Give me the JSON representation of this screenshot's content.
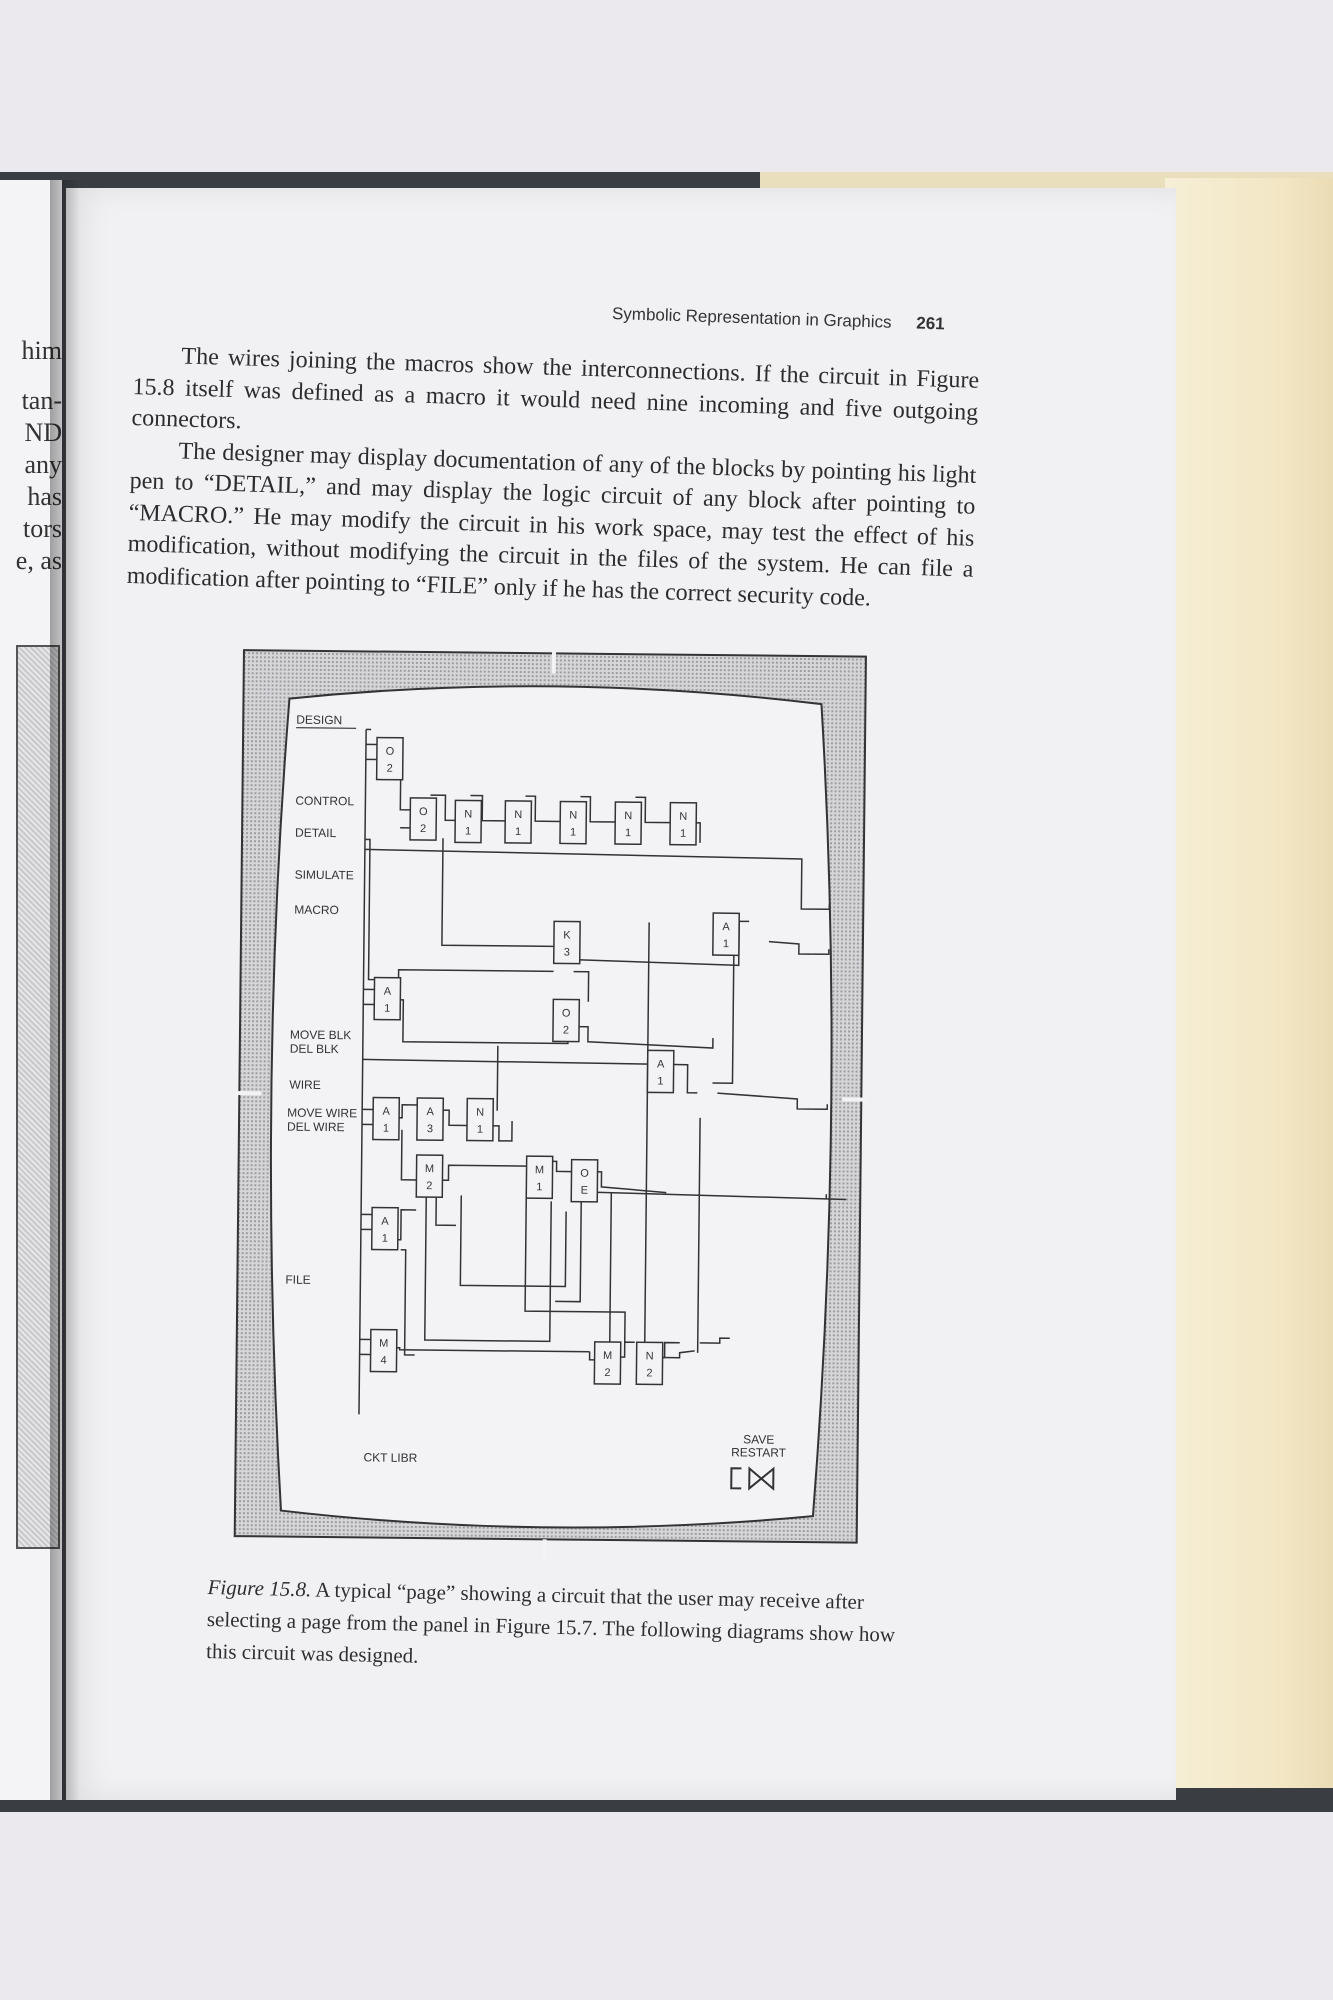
{
  "left_page": {
    "fragments": [
      "him",
      "tan-",
      "ND",
      "any",
      "has",
      "tors",
      "e, as"
    ]
  },
  "running_head": {
    "title": "Symbolic Representation in Graphics",
    "page_number": "261"
  },
  "body": {
    "paragraphs": [
      "The wires joining the macros show the interconnections. If the circuit in Figure 15.8 itself was defined as a macro it would need nine incoming and five outgoing connectors.",
      "The designer may display documentation of any of the blocks by pointing his light pen to “DETAIL,” and may display the logic circuit of any block after pointing to “MACRO.” He may modify the circuit in his work space, may test the effect of his modification, without modifying the circuit in the files of the system. He can file a modification after pointing to “FILE” only if he has the correct security code."
    ]
  },
  "figure": {
    "menu": {
      "design": "DESIGN",
      "control": "CONTROL",
      "detail": "DETAIL",
      "simulate": "SIMULATE",
      "macro": "MACRO",
      "move_blk": "MOVE BLK",
      "del_blk": "DEL BLK",
      "wire": "WIRE",
      "move_wire": "MOVE WIRE",
      "del_wire": "DEL WIRE",
      "file": "FILE",
      "ckt_libr": "CKT LIBR",
      "save": "SAVE",
      "restart": "RESTART"
    },
    "gates": [
      {
        "id": "g1",
        "l1": "O",
        "l2": "2"
      },
      {
        "id": "g2",
        "l1": "O",
        "l2": "2"
      },
      {
        "id": "g3",
        "l1": "N",
        "l2": "1"
      },
      {
        "id": "g4",
        "l1": "N",
        "l2": "1"
      },
      {
        "id": "g5",
        "l1": "N",
        "l2": "1"
      },
      {
        "id": "g6",
        "l1": "N",
        "l2": "1"
      },
      {
        "id": "g7",
        "l1": "N",
        "l2": "1"
      },
      {
        "id": "g8",
        "l1": "K",
        "l2": "3"
      },
      {
        "id": "g9",
        "l1": "A",
        "l2": "1"
      },
      {
        "id": "g10",
        "l1": "A",
        "l2": "1"
      },
      {
        "id": "g11",
        "l1": "O",
        "l2": "2"
      },
      {
        "id": "g12",
        "l1": "A",
        "l2": "1"
      },
      {
        "id": "g13",
        "l1": "A",
        "l2": "1"
      },
      {
        "id": "g14",
        "l1": "A",
        "l2": "3"
      },
      {
        "id": "g15",
        "l1": "N",
        "l2": "1"
      },
      {
        "id": "g16",
        "l1": "M",
        "l2": "2"
      },
      {
        "id": "g17",
        "l1": "M",
        "l2": "1"
      },
      {
        "id": "g18",
        "l1": "O",
        "l2": "E"
      },
      {
        "id": "g19",
        "l1": "A",
        "l2": "1"
      },
      {
        "id": "g20",
        "l1": "M",
        "l2": "4"
      },
      {
        "id": "g21",
        "l1": "M",
        "l2": "2"
      },
      {
        "id": "g22",
        "l1": "N",
        "l2": "2"
      }
    ]
  },
  "caption": {
    "label": "Figure 15.8.",
    "text": " A typical “page” showing a circuit that the user may receive after selecting a page from the panel in Figure 15.7. The following diagrams show how this circuit was designed."
  }
}
